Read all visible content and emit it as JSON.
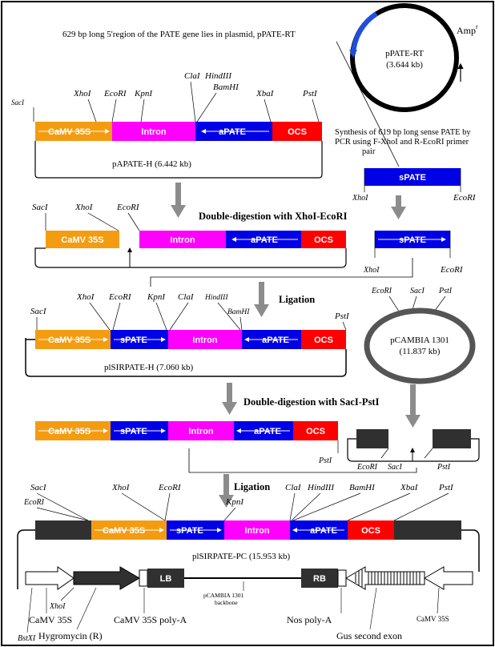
{
  "colors": {
    "camv": "#f39c12",
    "intron": "#ff00ff",
    "pate": "#0000e6",
    "ocs": "#ff0000",
    "backbone": "#303030",
    "plasmid_ring": "#000000",
    "plasmid_ring_accent": "#1f4fe0",
    "arrow_gray": "#8c8c8c",
    "hygromycin": "#303030",
    "border": "#000000"
  },
  "segments": {
    "camv35s": "CaMV 35S",
    "intron": "Intron",
    "apate": "aPATE",
    "spate": "sPATE",
    "ocs": "OCS",
    "lb": "LB",
    "rb": "RB"
  },
  "sites": {
    "saci": "SacI",
    "xhoi": "XhoI",
    "ecori": "EcoRI",
    "kpni": "KpnI",
    "clai": "ClaI",
    "hindiii": "HindIII",
    "bamhi": "BamHI",
    "xbai": "XbaI",
    "psti": "PstI",
    "bstxi": "BstXI"
  },
  "texts": {
    "region_note": "629 bp long 5'region of the PATE gene lies in plasmid, pPATE-RT",
    "pprt_name": "pPATE-RT",
    "pprt_size": "(3.644 kb)",
    "ampr": "Amp",
    "ampr_sup": "r",
    "papate_h": "pAPATE-H (6.442 kb)",
    "synthesis_note": [
      "Synthesis of 619 bp long sense PATE by",
      "PCR using F-XhoI and R-EcoRI primer",
      "pair"
    ],
    "double_digestion_xe": "Double-digestion with XhoI-EcoRI",
    "ligation_1": "Ligation",
    "pcambia_name": "pCAMBIA 1301",
    "pcambia_size": "(11.837 kb)",
    "plsirpate_h": "plSIRPATE-H  (7.060 kb)",
    "double_digestion_sp": "Double-digestion with SacI-PstI",
    "ligation_2": "Ligation",
    "plsirpate_pc": "plSIRPATE-PC  (15.953 kb)",
    "backbone": [
      "pCAMBIA 1301",
      "backbone"
    ],
    "camv35s_bottom": "CaMV 35S",
    "hygromycin": "Hygromycin (R)",
    "camv35s_polya": "CaMV 35S poly-A",
    "nos_polya": "Nos poly-A",
    "gus_exon": "Gus second exon",
    "camv35s_right": "CaMV 35S"
  }
}
